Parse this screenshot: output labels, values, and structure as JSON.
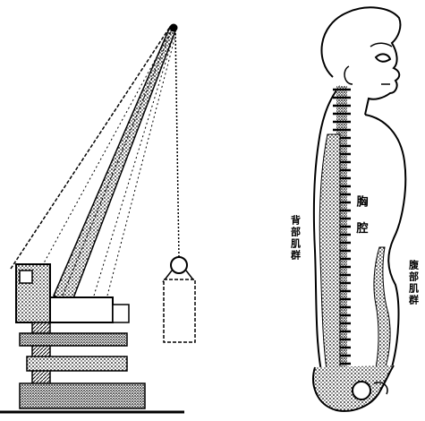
{
  "labels": {
    "thorax": "胸 腔",
    "back_muscles": "背部肌群",
    "abdominal_muscles": "腹部肌群"
  },
  "colors": {
    "ink": "#000000",
    "paper": "#ffffff"
  }
}
